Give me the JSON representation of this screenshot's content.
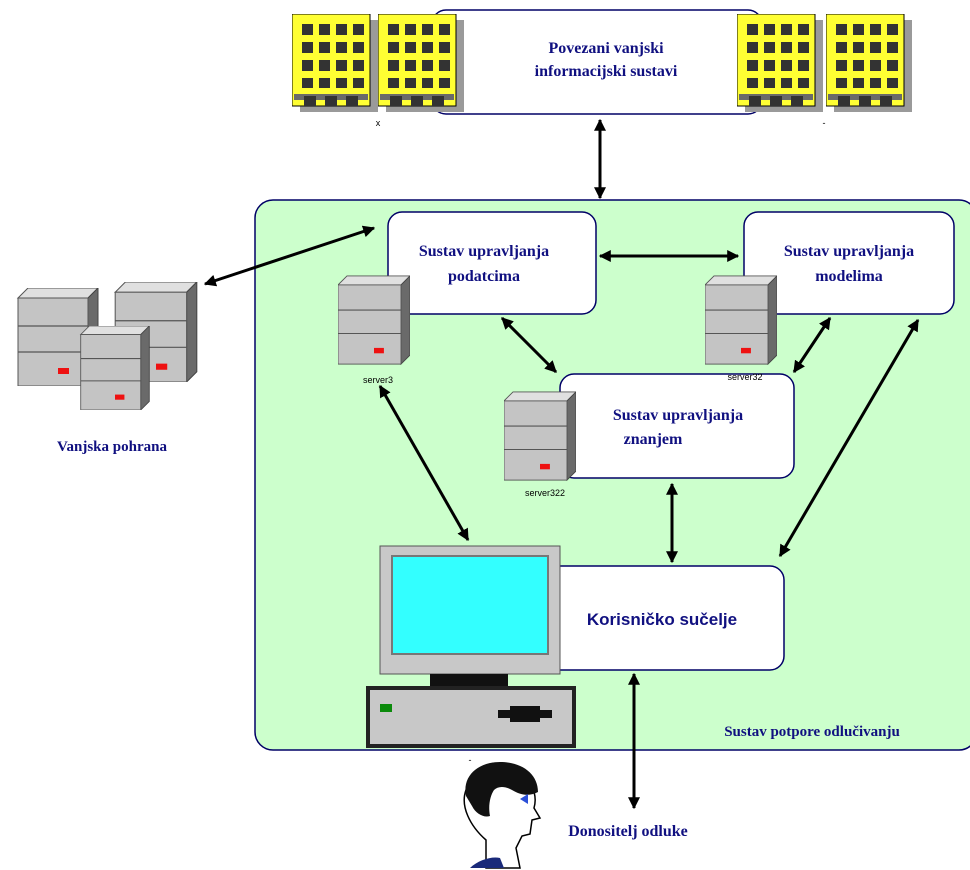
{
  "nodes": {
    "external_systems": {
      "line1": "Povezani vanjski",
      "line2": "informacijski sustavi"
    },
    "data_mgmt": {
      "line1": "Sustav upravljanja",
      "line2": "podatcima"
    },
    "model_mgmt": {
      "line1": "Sustav upravljanja",
      "line2": "modelima"
    },
    "knowledge_mgmt": {
      "line1": "Sustav upravljanja",
      "line2": "znanjem"
    },
    "user_interface": {
      "label": "Korisničko sučelje"
    },
    "external_storage": {
      "label": "Vanjska pohrana"
    },
    "decision_maker": {
      "label": "Donositelj odluke"
    },
    "dss": {
      "label": "Sustav potpore odlučivanju"
    }
  },
  "icon_labels": {
    "building_left": "x",
    "building_right": "-",
    "server_data": "server3",
    "server_model": "server32",
    "server_knowledge": "server322",
    "computer": "-"
  },
  "colors": {
    "dss_fill": "#ccffcc",
    "border": "#000066",
    "label": "#101080",
    "building": "#ffff33",
    "monitor_screen": "#33ffff"
  }
}
